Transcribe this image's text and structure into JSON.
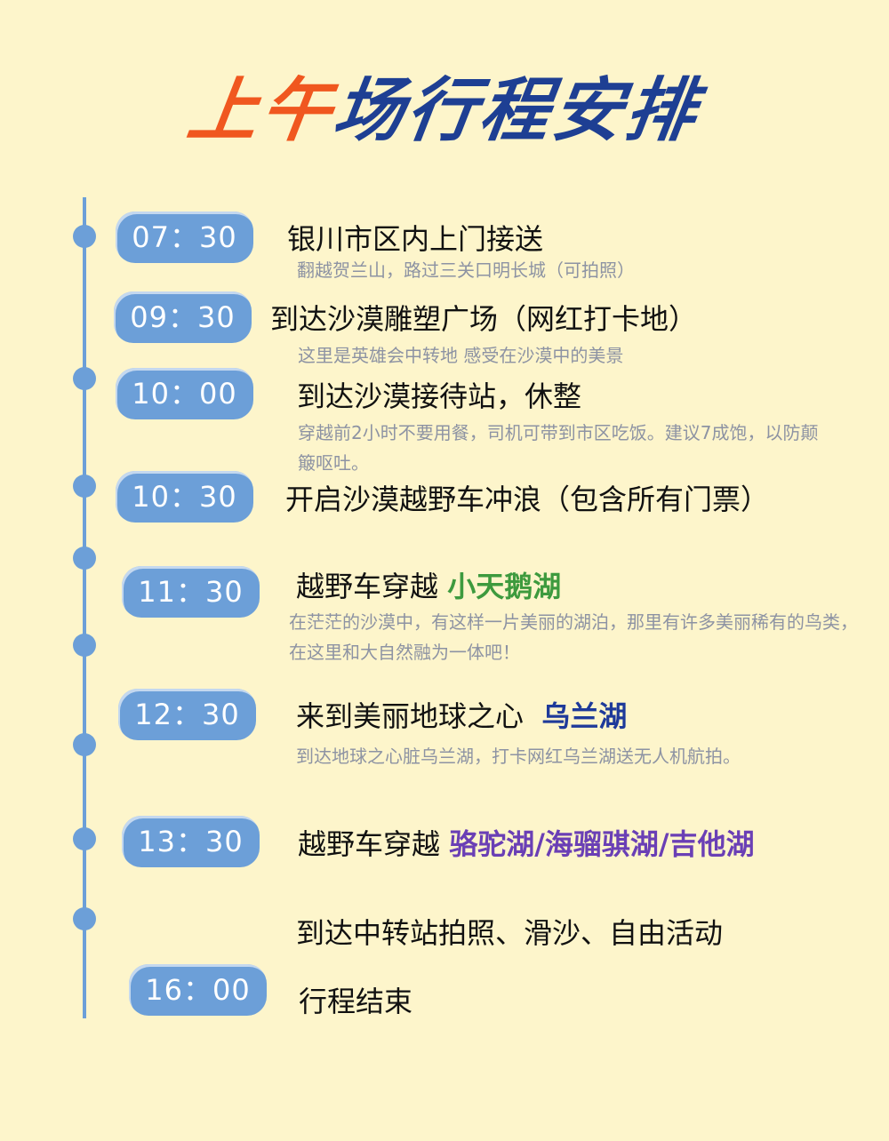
{
  "title": {
    "part1": "上午",
    "part2": "场行程安排",
    "color1": "#f0571f",
    "color2": "#1e3f93"
  },
  "items": [
    {
      "time": "07：30",
      "main": "银川市区内上门接送",
      "sub": "翻越贺兰山，路过三关口明长城（可拍照）"
    },
    {
      "time": "09：30",
      "main": "到达沙漠雕塑广场（网红打卡地）",
      "sub": "这里是英雄会中转地 感受在沙漠中的美景"
    },
    {
      "time": "10：00",
      "main": "到达沙漠接待站，休整",
      "sub": "穿越前2小时不要用餐，司机可带到市区吃饭。建议7成饱，以防颠簸呕吐。"
    },
    {
      "time": "10：30",
      "main": "开启沙漠越野车冲浪（包含所有门票）"
    },
    {
      "time": "11：30",
      "main": "越野车穿越",
      "highlight": "小天鹅湖",
      "sub": "在茫茫的沙漠中，有这样一片美丽的湖泊，那里有许多美丽稀有的鸟类，在这里和大自然融为一体吧！"
    },
    {
      "time": "12：30",
      "main": "来到美丽地球之心",
      "highlight": "乌兰湖",
      "sub": "到达地球之心脏乌兰湖，打卡网红乌兰湖送无人机航拍。"
    },
    {
      "time": "13：30",
      "main": "越野车穿越",
      "highlight": "骆驼湖/海骝骐湖/吉他湖"
    },
    {
      "main": "到达中转站拍照、滑沙、自由活动"
    },
    {
      "time": "16：00",
      "main": "行程结束"
    }
  ]
}
